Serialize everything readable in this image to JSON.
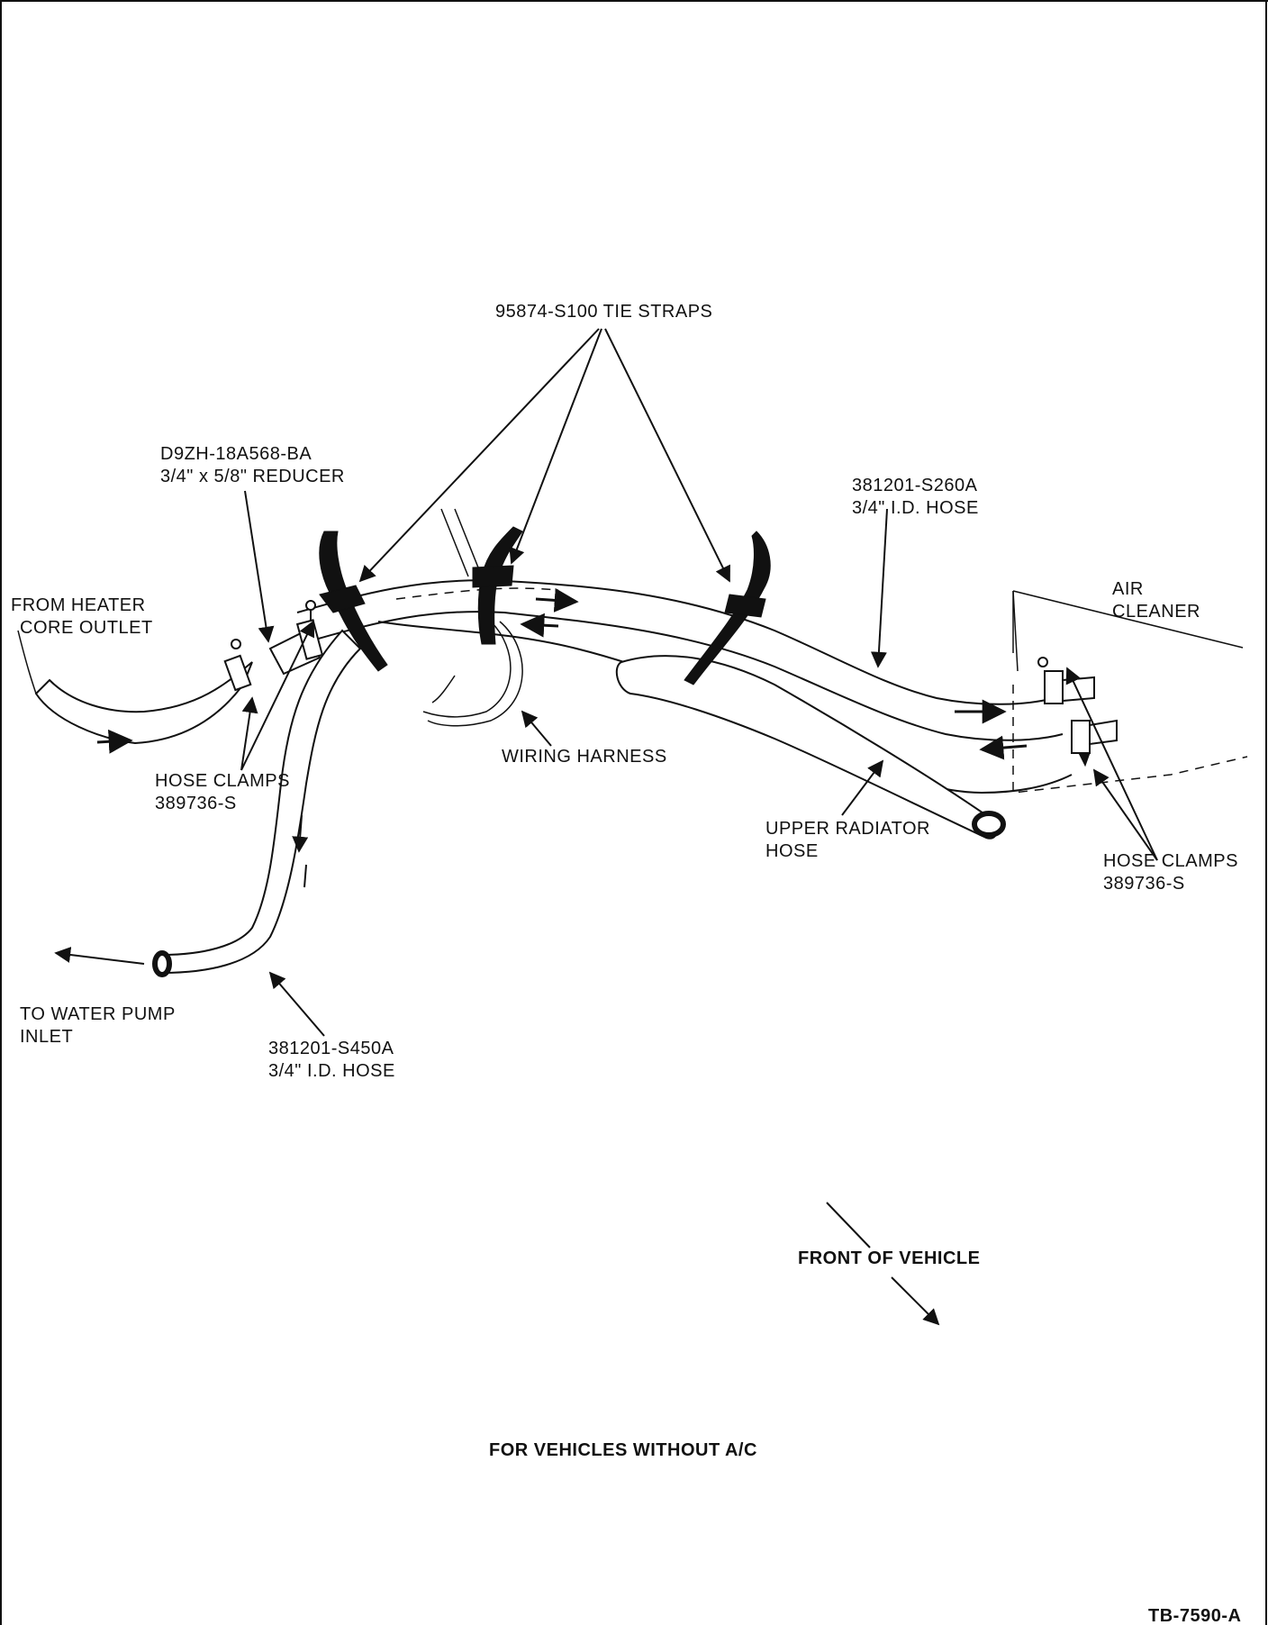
{
  "diagram": {
    "labels": {
      "tie_straps": "95874-S100 TIE STRAPS",
      "reducer_part": "D9ZH-18A568-BA",
      "reducer_desc": "3/4\" x 5/8\" REDUCER",
      "from_heater_1": "FROM HEATER",
      "from_heater_2": "CORE OUTLET",
      "upper_hose_part": "381201-S260A",
      "upper_hose_desc": "3/4\" I.D. HOSE",
      "air_cleaner_1": "AIR",
      "air_cleaner_2": "CLEANER",
      "hose_clamps_left_1": "HOSE CLAMPS",
      "hose_clamps_left_2": "389736-S",
      "wiring_harness": "WIRING HARNESS",
      "upper_radiator_1": "UPPER RADIATOR",
      "upper_radiator_2": "HOSE",
      "hose_clamps_right_1": "HOSE CLAMPS",
      "hose_clamps_right_2": "389736-S",
      "water_pump_1": "TO WATER PUMP",
      "water_pump_2": "INLET",
      "lower_hose_part": "381201-S450A",
      "lower_hose_desc": "3/4\" I.D. HOSE",
      "front_of_vehicle": "FRONT OF VEHICLE",
      "caption": "FOR VEHICLES WITHOUT A/C",
      "figure_id": "TB-7590-A"
    }
  }
}
